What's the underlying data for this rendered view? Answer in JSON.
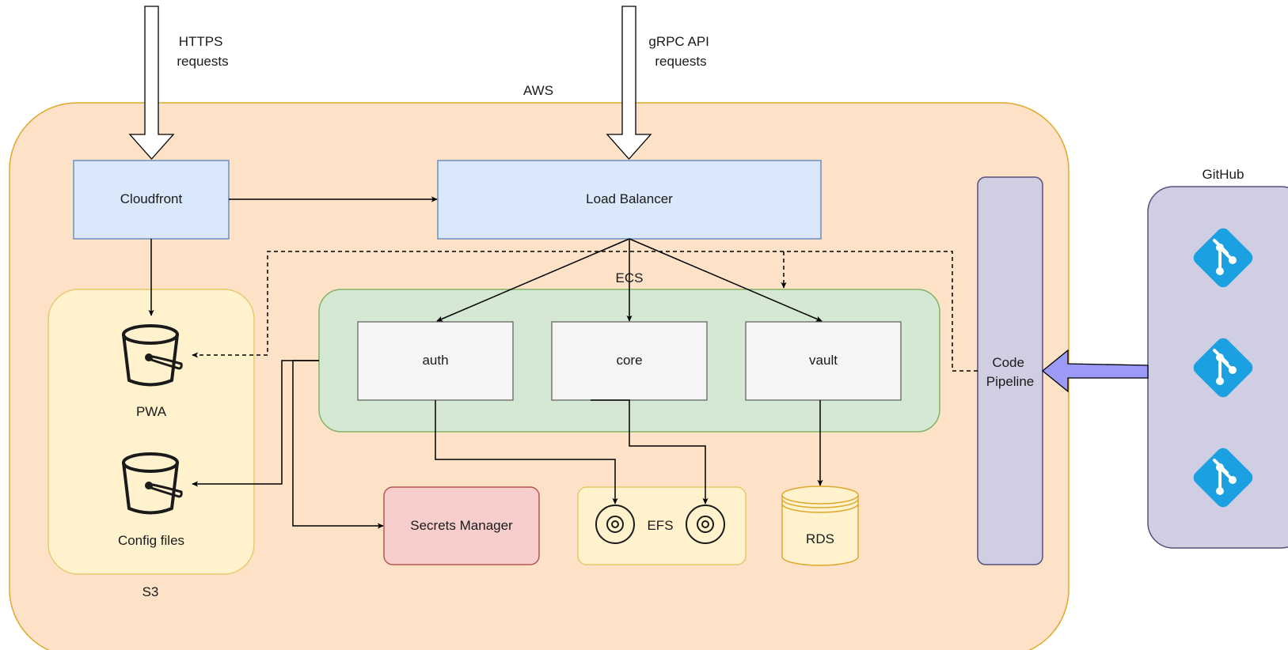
{
  "labels": {
    "https_requests": [
      "HTTPS",
      "requests"
    ],
    "grpc_requests": [
      "gRPC API",
      "requests"
    ],
    "aws": "AWS",
    "github": "GitHub",
    "s3": "S3",
    "ecs": "ECS",
    "cloudfront": "Cloudfront",
    "load_balancer": "Load Balancer",
    "auth": "auth",
    "core": "core",
    "vault": "vault",
    "pwa": "PWA",
    "config_files": "Config files",
    "secrets_manager": "Secrets Manager",
    "efs": "EFS",
    "rds": "RDS",
    "code_pipeline": [
      "Code",
      "Pipeline"
    ]
  },
  "icons": {
    "bucket": "s3-bucket-icon",
    "disk": "efs-disk-icon",
    "database": "database-icon",
    "git": "git-icon",
    "arrow": "arrow-icon"
  },
  "colors": {
    "aws_fill": "#fde2c8",
    "aws_stroke": "#e0a82e",
    "s3_fill": "#fff2cc",
    "s3_stroke": "#e6c96b",
    "ecs_fill": "#d5e8d4",
    "ecs_stroke": "#82b366",
    "blue_fill": "#dae8fc",
    "blue_stroke": "#6c8ebf",
    "service_fill": "#f5f5f5",
    "service_stroke": "#666666",
    "secrets_fill": "#f8cecc",
    "secrets_stroke": "#b85450",
    "pipeline_fill": "#d0cee2",
    "pipeline_stroke": "#56517e",
    "git_icon": "#1ba1e2",
    "github_arrow": "#9b9bf7"
  }
}
